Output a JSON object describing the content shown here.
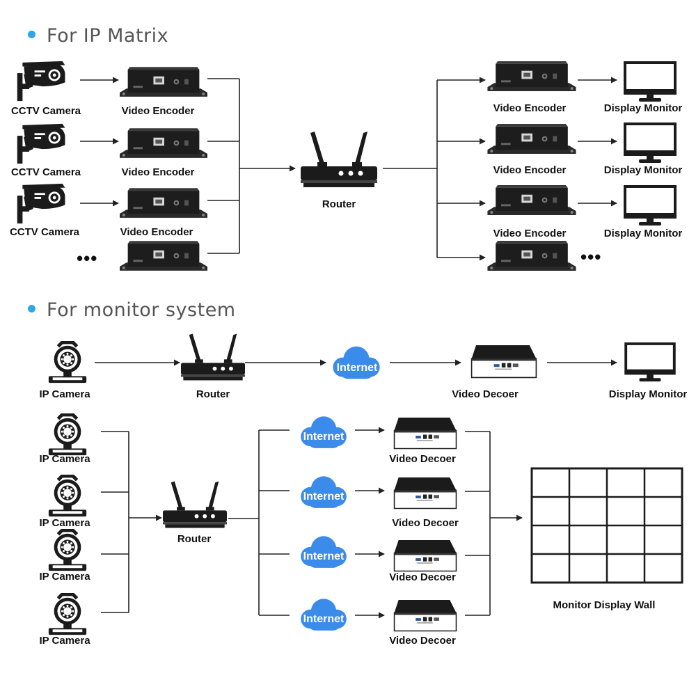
{
  "colors": {
    "accent_dot": "#2ea8e8",
    "cloud": "#3b8bea",
    "line": "#222222",
    "device": "#1b1b1b"
  },
  "sections": {
    "ip_matrix": {
      "title": "For IP Matrix"
    },
    "monitor_system": {
      "title": "For monitor system"
    }
  },
  "labels": {
    "cctv_camera": "CCTV Camera",
    "video_encoder": "Video Encoder",
    "router": "Router",
    "display_monitor": "Display Monitor",
    "ip_camera": "IP Camera",
    "internet": "Internet",
    "video_decoder": "Video Decoer",
    "monitor_display_wall": "Monitor Display Wall",
    "more": "•••"
  },
  "icons": [
    "cctv-camera-icon",
    "video-encoder-icon",
    "router-icon",
    "display-monitor-icon",
    "ip-camera-icon",
    "cloud-icon",
    "video-decoder-icon",
    "display-wall-icon"
  ],
  "display_wall": {
    "rows": 4,
    "cols": 4
  }
}
